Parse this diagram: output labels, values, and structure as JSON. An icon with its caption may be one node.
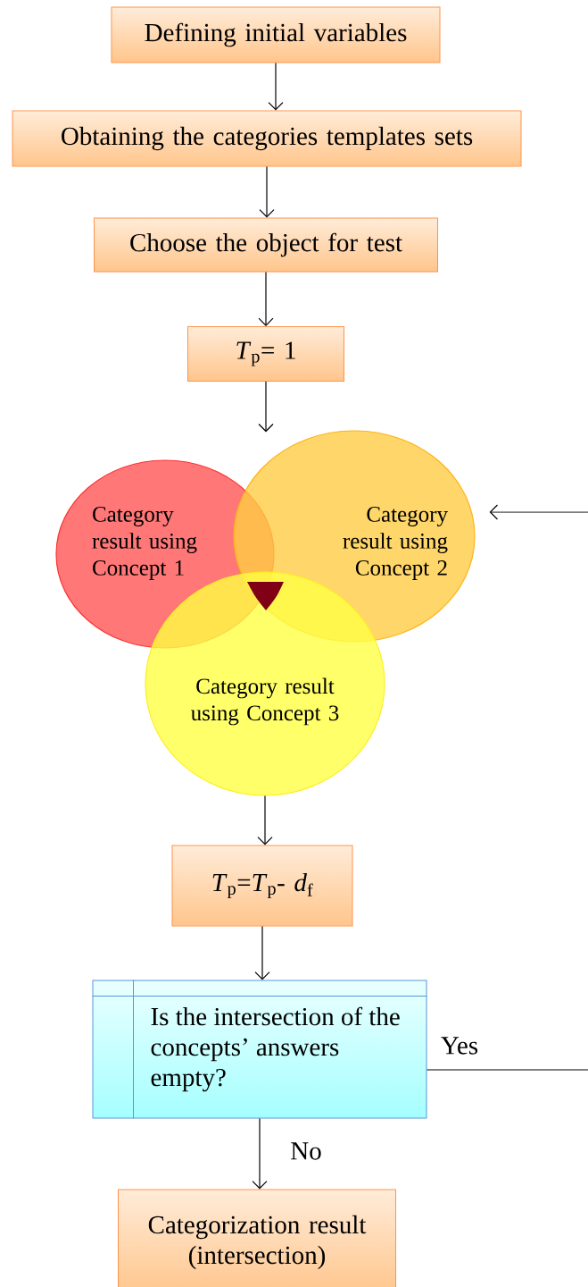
{
  "diagram": {
    "nodes": [
      {
        "text": [
          "Defining initial variables"
        ]
      },
      {
        "text": [
          "Obtaining the categories templates sets"
        ]
      },
      {
        "text": [
          "Choose the object for test"
        ]
      },
      {
        "text": [
          "*T*$_{p}$= 1"
        ]
      },
      {
        "text": [
          "Category result using Concept 1"
        ]
      },
      {
        "text": [
          "Category result using Concept 2"
        ]
      },
      {
        "text": [
          "Category result using Concept 3"
        ]
      },
      {
        "text": [
          "*T*$_{p}$=*T*$_{p}$- *d*$_{f}$"
        ]
      },
      {
        "text": [
          "Is the intersection of the concepts’ answers empty?"
        ]
      },
      {
        "text": [
          "Categorization result (intersection)"
        ]
      }
    ],
    "edges": [
      {
        "from": 0,
        "to": 1,
        "arrow": "to"
      },
      {
        "from": 1,
        "to": 2,
        "arrow": "to"
      },
      {
        "from": 2,
        "to": 3,
        "arrow": "to"
      },
      {
        "from": 3,
        "to": 5,
        "arrow": "to"
      },
      {
        "from": null,
        "to": 5,
        "arrow": "to"
      },
      {
        "from": 6,
        "to": 7,
        "arrow": "to"
      },
      {
        "from": 7,
        "to": 8,
        "arrow": "to"
      },
      {
        "from": 8,
        "to": null,
        "arrow": "none",
        "label": "Yes"
      },
      {
        "from": 8,
        "to": 9,
        "arrow": "to",
        "label": "No"
      }
    ]
  }
}
